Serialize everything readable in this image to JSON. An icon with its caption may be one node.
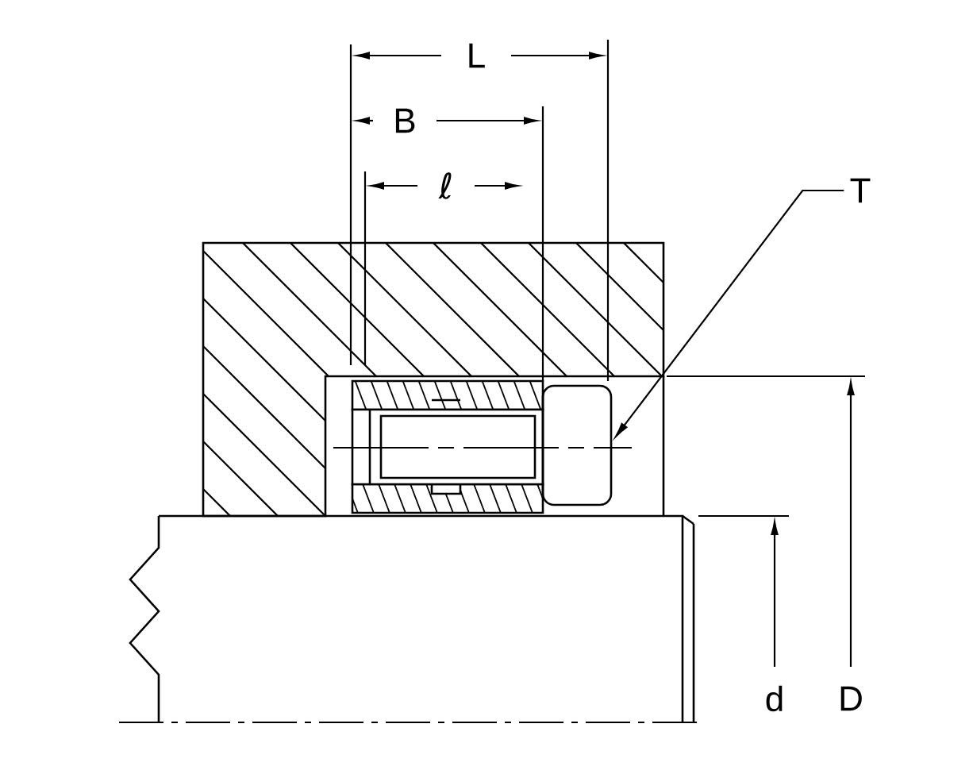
{
  "diagram": {
    "nodes": [
      {
        "text": [
          "T"
        ]
      },
      {
        "text": [],
        "shape": "box"
      }
    ],
    "edges": [
      {
        "from": 0,
        "to": 1,
        "arrow": "to"
      }
    ],
    "labels": [
      "L",
      "B",
      "ℓ",
      "d",
      "D"
    ]
  }
}
